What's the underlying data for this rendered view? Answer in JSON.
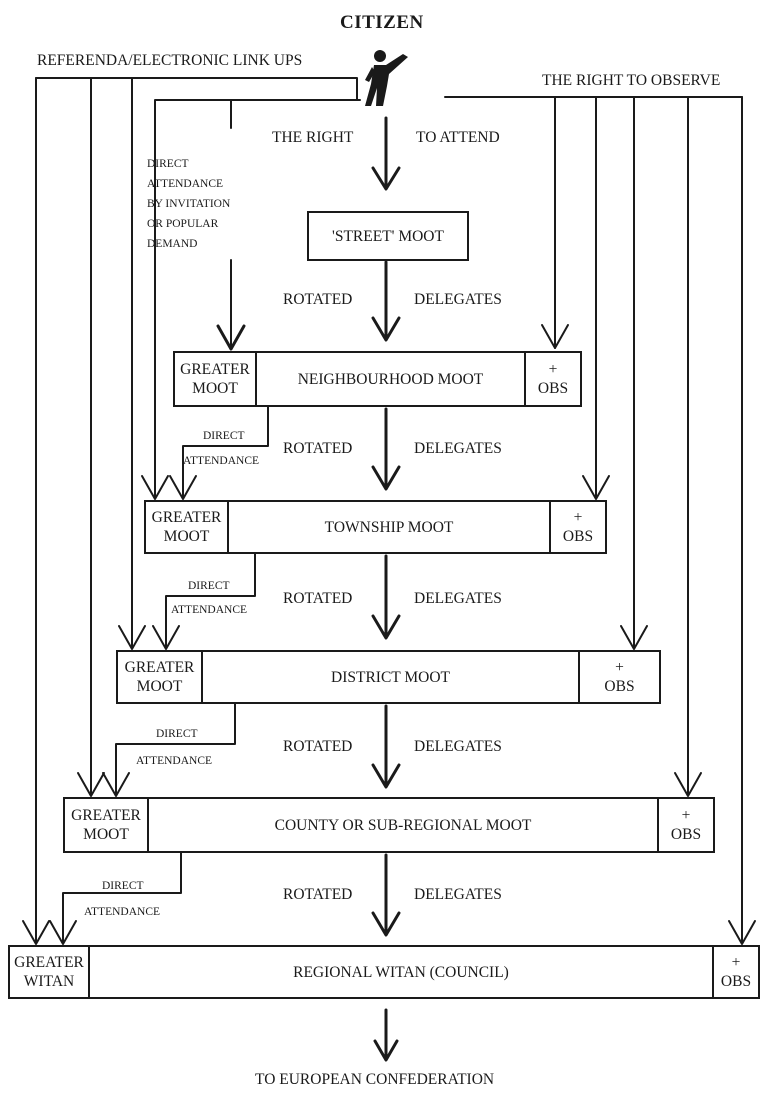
{
  "title": "CITIZEN",
  "labels": {
    "referenda": "REFERENDA/ELECTRONIC LINK UPS",
    "right_to_observe": "THE RIGHT TO OBSERVE",
    "right_to_attend_a": "THE RIGHT",
    "right_to_attend_b": "TO ATTEND",
    "direct_attendance_invitation": "DIRECT\nATTENDANCE\nBY INVITATION\nOR POPULAR\nDEMAND",
    "rotated": "ROTATED",
    "delegates": "DELEGATES",
    "direct": "DIRECT",
    "attendance": "ATTENDANCE",
    "footer": "TO EUROPEAN CONFEDERATION"
  },
  "street_moot": "'STREET' MOOT",
  "levels": [
    {
      "left": "GREATER\nMOOT",
      "main": "NEIGHBOURHOOD MOOT",
      "right": "+\nOBS"
    },
    {
      "left": "GREATER\nMOOT",
      "main": "TOWNSHIP MOOT",
      "right": "+\nOBS"
    },
    {
      "left": "GREATER\nMOOT",
      "main": "DISTRICT MOOT",
      "right": "+\nOBS"
    },
    {
      "left": "GREATER\nMOOT",
      "main": "COUNTY OR SUB-REGIONAL MOOT",
      "right": "+\nOBS"
    },
    {
      "left": "GREATER\nWITAN",
      "main": "REGIONAL WITAN (COUNCIL)",
      "right": "+\nOBS"
    }
  ],
  "icons": {
    "citizen": "person-pointing-icon"
  }
}
